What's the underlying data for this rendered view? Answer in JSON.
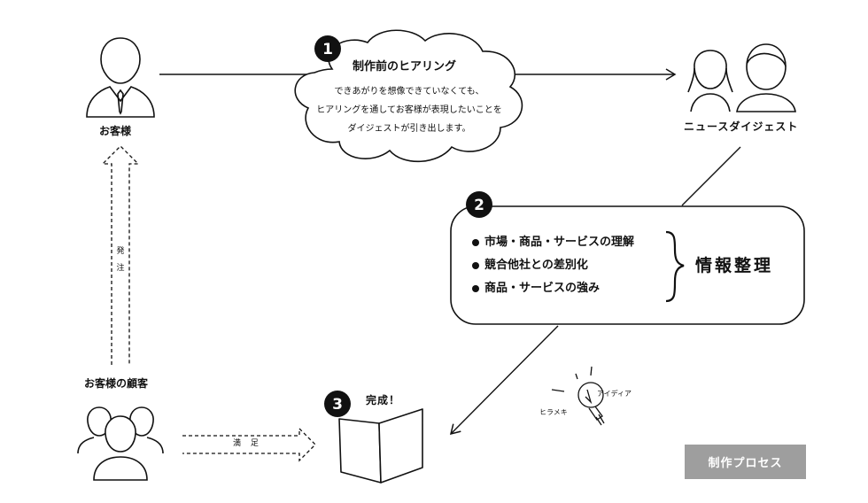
{
  "customer_label": "お客様",
  "client_customers_label": "お客様の顧客",
  "company_label": "ニュースダイジェスト",
  "steps": [
    {
      "number": "1",
      "title": "制作前のヒアリング",
      "lines": [
        "できあがりを想像できていなくても、",
        "ヒアリングを通してお客様が表現したいことを",
        "ダイジェストが引き出します。"
      ]
    },
    {
      "number": "2",
      "bullets": [
        "市場・商品・サービスの理解",
        "競合他社との差別化",
        "商品・サービスの強み"
      ],
      "summary": "情報整理"
    },
    {
      "number": "3",
      "title": "完成！"
    }
  ],
  "order_label": "発注",
  "satisfaction_label": "満 足",
  "idea_label": "アイディア",
  "inspiration_label": "ヒラメキ",
  "badge_label": "制作プロセス",
  "colors": {
    "ink": "#111111",
    "badge": "#9e9e9e"
  },
  "icons": [
    "person-tie-icon",
    "two-people-icon",
    "group-icon",
    "open-book-icon",
    "lightbulb-icon",
    "cloud-bubble"
  ]
}
